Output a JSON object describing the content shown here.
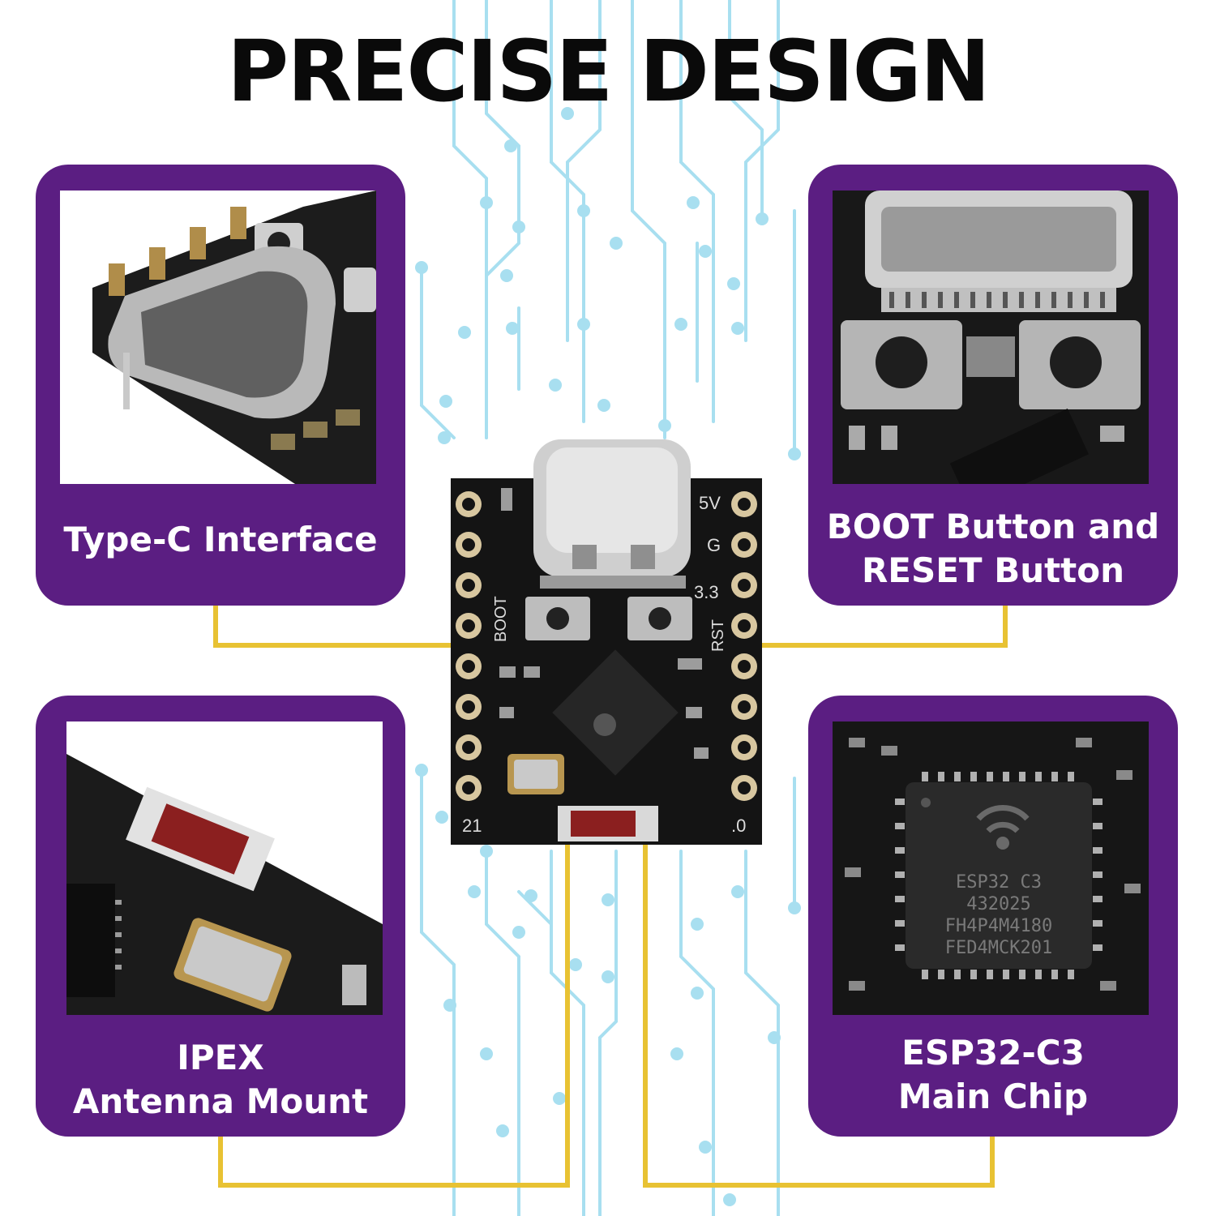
{
  "title": "PRECISE DESIGN",
  "cards": [
    {
      "id": "type-c",
      "lines": [
        "Type-C Interface"
      ]
    },
    {
      "id": "boot-reset",
      "lines": [
        "BOOT Button and",
        "RESET Button"
      ]
    },
    {
      "id": "ipex",
      "lines": [
        "IPEX",
        "Antenna Mount"
      ]
    },
    {
      "id": "chip",
      "lines": [
        "ESP32-C3",
        "Main Chip"
      ]
    }
  ],
  "board": {
    "labels": {
      "five_v": "5V",
      "gnd": "G",
      "v33": "3.3",
      "boot": "BOOT",
      "rst": "RST",
      "pin21": "21",
      "pin0": ".0"
    },
    "chip_text": [
      "ESP32 C3",
      "432025",
      "FH4P4M4180",
      "FED4MCK201"
    ]
  },
  "colors": {
    "card": "#5b1e82",
    "connector_line": "#e8c233",
    "circuit": "#a8dff0",
    "pcb": "#141414"
  }
}
